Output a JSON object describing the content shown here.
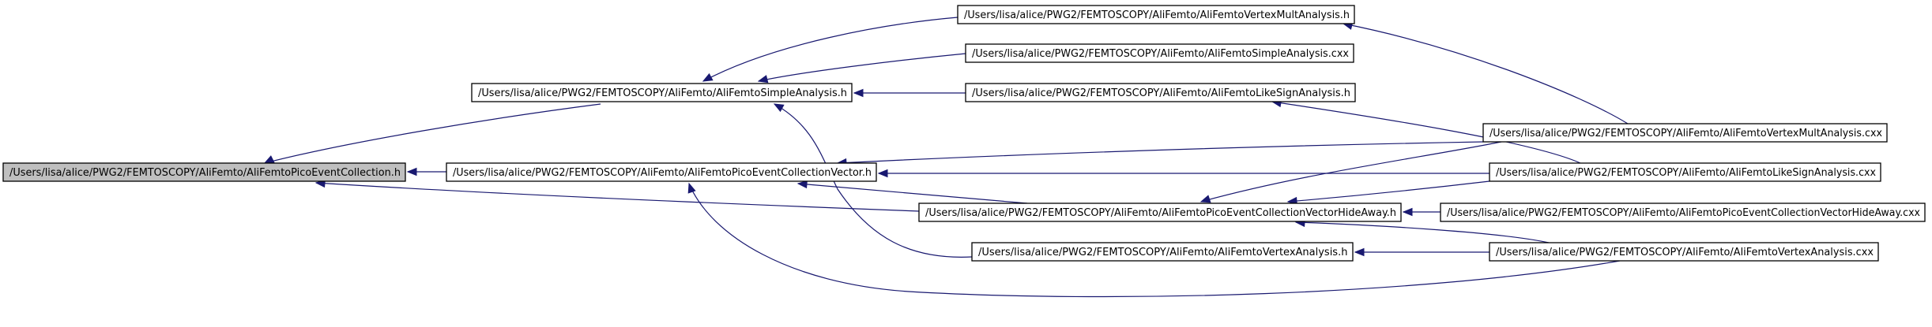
{
  "diagram": {
    "nodes": [
      {
        "id": "n0",
        "label": "/Users/lisa/alice/PWG2/FEMTOSCOPY/AliFemto/AliFemtoPicoEventCollection.h",
        "root": true
      },
      {
        "id": "n1",
        "label": "/Users/lisa/alice/PWG2/FEMTOSCOPY/AliFemto/AliFemtoSimpleAnalysis.h"
      },
      {
        "id": "n2",
        "label": "/Users/lisa/alice/PWG2/FEMTOSCOPY/AliFemto/AliFemtoPicoEventCollectionVector.h"
      },
      {
        "id": "n3",
        "label": "/Users/lisa/alice/PWG2/FEMTOSCOPY/AliFemto/AliFemtoPicoEventCollectionVectorHideAway.h"
      },
      {
        "id": "n4",
        "label": "/Users/lisa/alice/PWG2/FEMTOSCOPY/AliFemto/AliFemtoVertexMultAnalysis.h"
      },
      {
        "id": "n5",
        "label": "/Users/lisa/alice/PWG2/FEMTOSCOPY/AliFemto/AliFemtoSimpleAnalysis.cxx"
      },
      {
        "id": "n6",
        "label": "/Users/lisa/alice/PWG2/FEMTOSCOPY/AliFemto/AliFemtoLikeSignAnalysis.h"
      },
      {
        "id": "n7",
        "label": "/Users/lisa/alice/PWG2/FEMTOSCOPY/AliFemto/AliFemtoVertexAnalysis.h"
      },
      {
        "id": "n8",
        "label": "/Users/lisa/alice/PWG2/FEMTOSCOPY/AliFemto/AliFemtoVertexMultAnalysis.cxx"
      },
      {
        "id": "n9",
        "label": "/Users/lisa/alice/PWG2/FEMTOSCOPY/AliFemto/AliFemtoLikeSignAnalysis.cxx"
      },
      {
        "id": "n10",
        "label": "/Users/lisa/alice/PWG2/FEMTOSCOPY/AliFemto/AliFemtoPicoEventCollectionVectorHideAway.cxx"
      },
      {
        "id": "n11",
        "label": "/Users/lisa/alice/PWG2/FEMTOSCOPY/AliFemto/AliFemtoVertexAnalysis.cxx"
      }
    ],
    "edges": [
      {
        "from": "n1",
        "to": "n0"
      },
      {
        "from": "n2",
        "to": "n0"
      },
      {
        "from": "n3",
        "to": "n0"
      },
      {
        "from": "n4",
        "to": "n1"
      },
      {
        "from": "n5",
        "to": "n1"
      },
      {
        "from": "n6",
        "to": "n1"
      },
      {
        "from": "n7",
        "to": "n1"
      },
      {
        "from": "n8",
        "to": "n2"
      },
      {
        "from": "n9",
        "to": "n2"
      },
      {
        "from": "n3",
        "to": "n2"
      },
      {
        "from": "n11",
        "to": "n2"
      },
      {
        "from": "n8",
        "to": "n3"
      },
      {
        "from": "n9",
        "to": "n3"
      },
      {
        "from": "n10",
        "to": "n3"
      },
      {
        "from": "n11",
        "to": "n3"
      },
      {
        "from": "n8",
        "to": "n4"
      },
      {
        "from": "n9",
        "to": "n6"
      },
      {
        "from": "n11",
        "to": "n7"
      }
    ],
    "colors": {
      "edge": "#191970",
      "root_fill": "#bfbfbf",
      "node_fill": "#ffffff",
      "border": "#000000"
    }
  }
}
